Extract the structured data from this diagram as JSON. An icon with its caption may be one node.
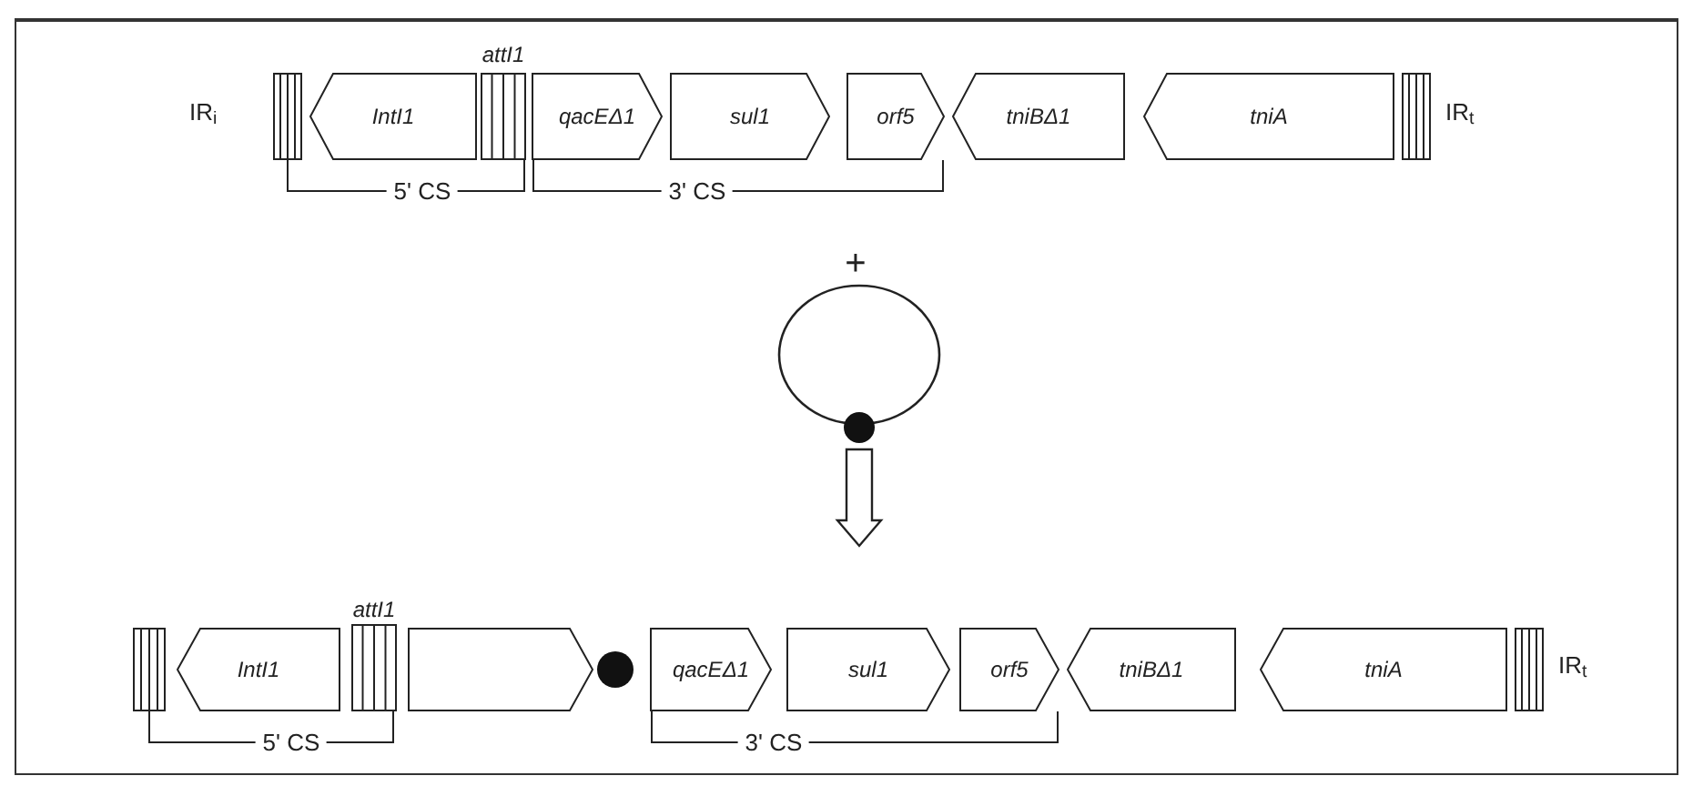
{
  "diagram": {
    "nodes": [
      {
        "text": [],
        "shape": "bar",
        "beside": [
          "IR$_{i}$"
        ]
      },
      {
        "text": [
          "IntI1"
        ]
      },
      {
        "text": [
          "attI1"
        ]
      },
      {
        "text": [
          "qacEΔ1"
        ]
      },
      {
        "text": [
          "sul1"
        ]
      },
      {
        "text": [
          "orf5"
        ]
      },
      {
        "text": [
          "tniBΔ1"
        ]
      },
      {
        "text": [
          "tniA"
        ]
      },
      {
        "text": [],
        "shape": "bar",
        "beside": [
          "IR$_{t}$"
        ]
      },
      {
        "text": [],
        "shape": "circle"
      },
      {
        "text": [],
        "shape": "bar"
      },
      {
        "text": [
          "IntI1"
        ]
      },
      {
        "text": [
          "attI1"
        ]
      },
      {
        "text": [],
        "shape": "box"
      },
      {
        "text": [],
        "shape": "circle"
      },
      {
        "text": [
          "qacEΔ1"
        ]
      },
      {
        "text": [
          "sul1"
        ]
      },
      {
        "text": [
          "orf5"
        ]
      },
      {
        "text": [
          "tniBΔ1"
        ]
      },
      {
        "text": [
          "tniA"
        ]
      },
      {
        "text": [],
        "shape": "bar",
        "beside": [
          "IR$_{t}$"
        ]
      }
    ],
    "labels": [
      "5' CS",
      "3' CS",
      "+",
      "5' CS",
      "3' CS"
    ]
  }
}
